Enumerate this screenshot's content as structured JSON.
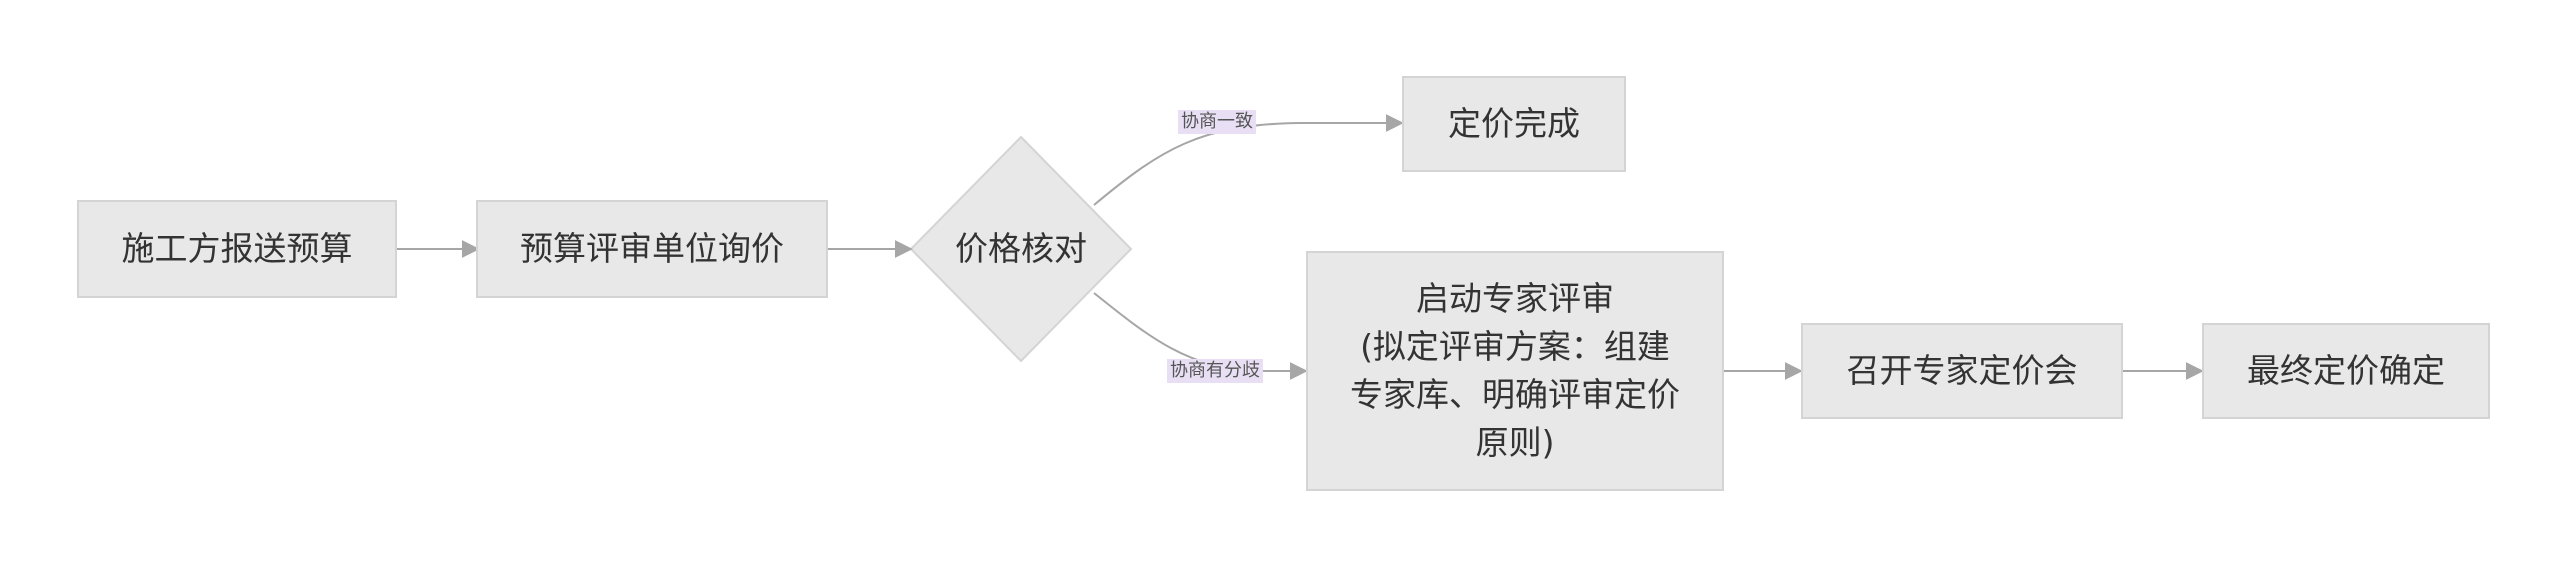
{
  "nodes": {
    "submit_budget": "施工方报送预算",
    "budget_review_inquiry": "预算评审单位询价",
    "price_check": "价格核对",
    "pricing_complete": "定价完成",
    "start_expert_review": "启动专家评审\n(拟定评审方案：组建\n专家库、明确评审定价\n原则)",
    "expert_pricing_meeting": "召开专家定价会",
    "final_pricing": "最终定价确定"
  },
  "edges": {
    "agree_label": "协商一致",
    "disagree_label": "协商有分歧"
  },
  "colors": {
    "node_fill": "#e8e8e8",
    "node_border": "#d4d4d4",
    "edge_stroke": "#a6a6a6",
    "edge_label_bg": "#e8dff5",
    "text": "#333333"
  }
}
